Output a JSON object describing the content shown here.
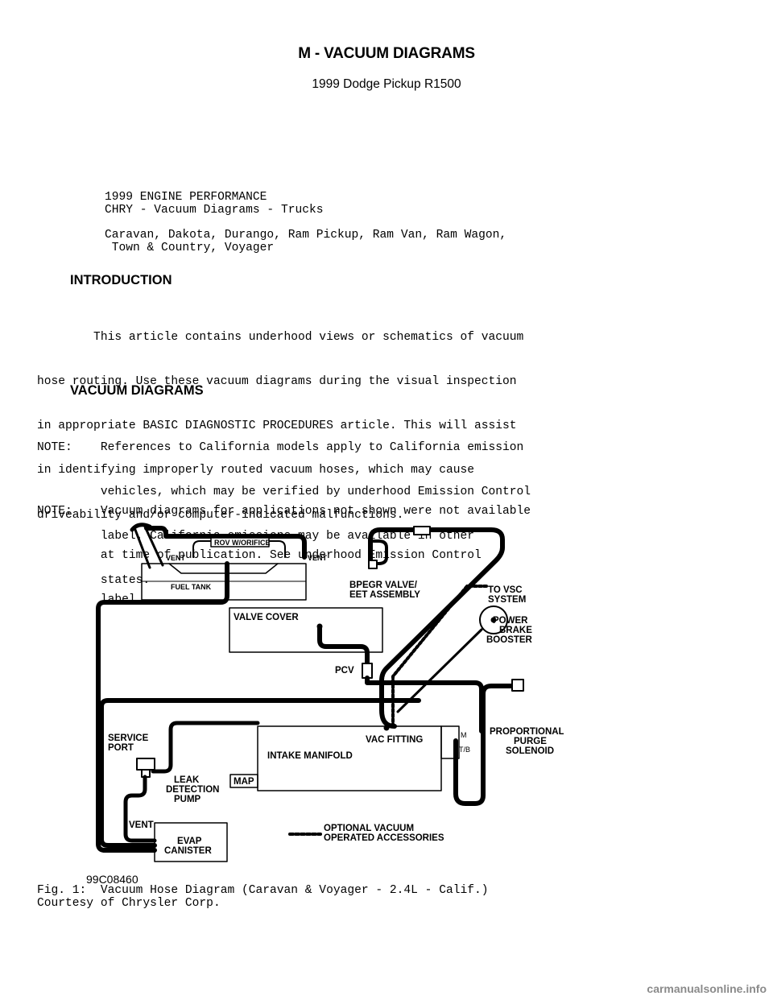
{
  "header": {
    "title": "M - VACUUM DIAGRAMS",
    "subtitle": "1999 Dodge Pickup R1500"
  },
  "intro_block": {
    "line1": "1999 ENGINE PERFORMANCE",
    "line2": "CHRY - Vacuum Diagrams - Trucks",
    "models_line1": "Caravan, Dakota, Durango, Ram Pickup, Ram Van, Ram Wagon,",
    "models_line2": " Town & Country, Voyager"
  },
  "introduction": {
    "heading": "INTRODUCTION",
    "lines": [
      "        This article contains underhood views or schematics of vacuum",
      "hose routing. Use these vacuum diagrams during the visual inspection",
      "in appropriate BASIC DIAGNOSTIC PROCEDURES article. This will assist",
      "in identifying improperly routed vacuum hoses, which may cause",
      "driveability and/or computer-indicated malfunctions."
    ]
  },
  "vacuum_diagrams": {
    "heading": "VACUUM DIAGRAMS",
    "note1": [
      "NOTE:    References to California models apply to California emission",
      "         vehicles, which may be verified by underhood Emission Control",
      "         label. California emissions may be available in other",
      "         states."
    ],
    "note2": [
      "NOTE:    Vacuum diagrams for applications not shown were not available",
      "         at time of publication. See underhood Emission Control",
      "         label."
    ]
  },
  "diagram": {
    "labels": {
      "rov": "ROV W/ORIFICE",
      "vent_left": "VENT",
      "vent_right": "VENT",
      "fuel_tank": "FUEL TANK",
      "bpegr_1": "BPEGR VALVE/",
      "bpegr_2": "EET ASSEMBLY",
      "to_vsc_1": "TO VSC",
      "to_vsc_2": "SYSTEM",
      "valve_cover": "VALVE COVER",
      "power": "POWER",
      "brake": "BRAKE",
      "booster": "BOOSTER",
      "pcv": "PCV",
      "service_1": "SERVICE",
      "service_2": "PORT",
      "vac_fitting": "VAC FITTING",
      "intake_manifold": "INTAKE MANIFOLD",
      "m": "M",
      "tb": "T/B",
      "proportional": "PROPORTIONAL",
      "purge": "PURGE",
      "solenoid": "SOLENOID",
      "map": "MAP",
      "leak": "LEAK",
      "detection": "DETECTION",
      "pump": "PUMP",
      "vent_canister": "VENT",
      "evap_1": "EVAP",
      "evap_2": "CANISTER",
      "optional_1": "OPTIONAL VACUUM",
      "optional_2": "OPERATED ACCESSORIES",
      "code": "99C08460"
    }
  },
  "figure": {
    "caption": "Fig. 1:  Vacuum Hose Diagram (Caravan & Voyager - 2.4L - Calif.)",
    "courtesy": "Courtesy of Chrysler Corp."
  },
  "watermark": "carmanualsonline.info"
}
